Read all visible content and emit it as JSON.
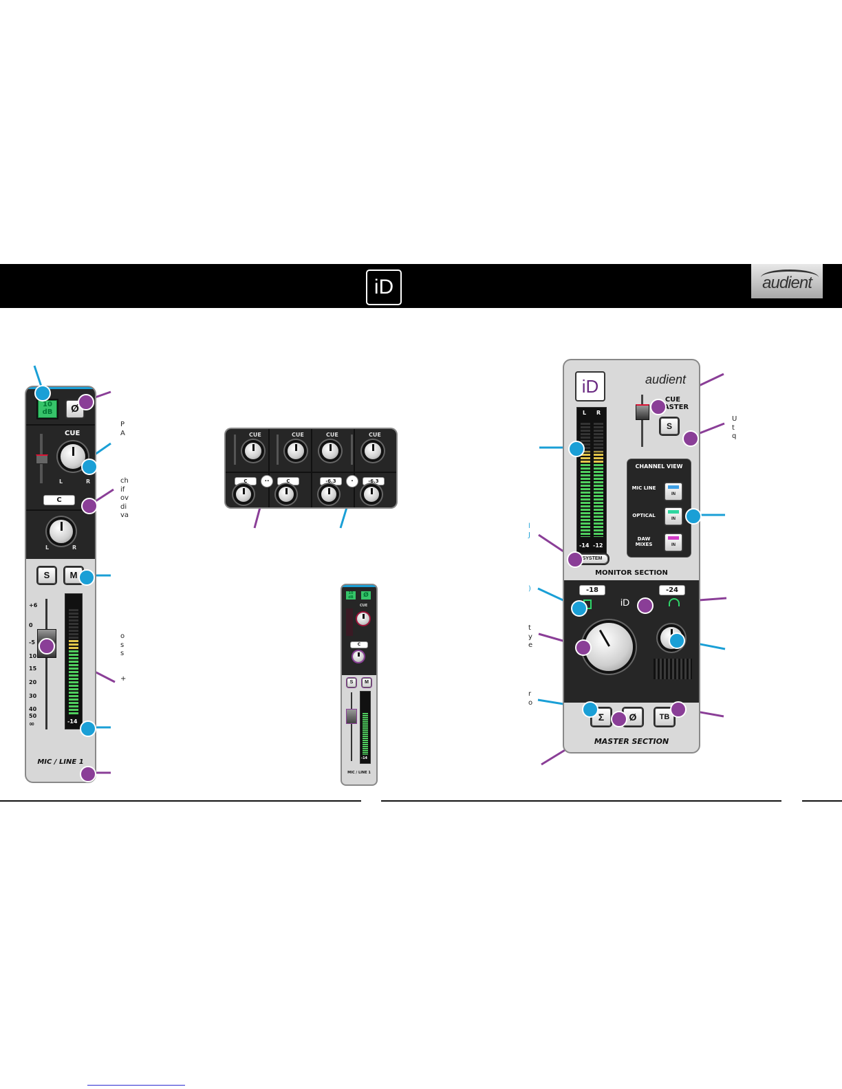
{
  "header": {
    "logo": "iD",
    "brand": "audient"
  },
  "channel_strip": {
    "pad_label": "10 dB",
    "phase_label": "Ø",
    "cue_label": "CUE",
    "cue_pan_label": "C",
    "pan_l": "L",
    "pan_r": "R",
    "solo_label": "S",
    "mute_label": "M",
    "fader_scale": [
      "+6",
      "0",
      "-5",
      "10",
      "15",
      "20",
      "30",
      "40",
      "50",
      "∞"
    ],
    "meter_readout": "-14",
    "channel_name": "MIC / LINE 1"
  },
  "stereo_group": {
    "cue_labels": [
      "CUE",
      "CUE",
      "CUE",
      "CUE"
    ],
    "pan_labels": [
      "C",
      "C",
      "-6.3",
      "-6.3"
    ],
    "link_icons": [
      "..",
      "."
    ]
  },
  "mini_strip": {
    "pad_label": "10 dB",
    "phase_label": "Ø",
    "cue_label": "CUE",
    "pan_label": "C",
    "solo_label": "S",
    "mute_label": "M",
    "meter_readout": "-14",
    "channel_name": "MIC / LINE 1"
  },
  "master_section": {
    "logo": "iD",
    "brand": "audient",
    "cue_master_label": "CUE MASTER",
    "solo_label": "S",
    "meter_l": "L",
    "meter_r": "R",
    "meter_readout_l": "-14",
    "meter_readout_r": "-12",
    "channel_view_title": "CHANNEL VIEW",
    "channel_view_items": [
      {
        "label": "MIC LINE",
        "btn": "IN",
        "color": "#3fa0e6"
      },
      {
        "label": "OPTICAL",
        "btn": "IN",
        "color": "#2fd6a0"
      },
      {
        "label": "DAW MIXES",
        "btn": "IN",
        "color": "#d23cc8"
      }
    ],
    "system_label": "SYSTEM",
    "monitor_title": "MONITOR SECTION",
    "speaker_level": "-18",
    "headphone_level": "-24",
    "center_logo": "iD",
    "sum_label": "Σ",
    "phase_label": "Ø",
    "talkback_label": "TB",
    "footer_label": "MASTER SECTION"
  },
  "text_fragments": {
    "a": [
      "P",
      "A"
    ],
    "b": [
      "ch",
      "if",
      "ov",
      "di",
      "va"
    ],
    "c": [
      "o",
      "s",
      "s"
    ],
    "d": [
      "+"
    ],
    "e": [
      "U",
      "t",
      "q"
    ],
    "f": [
      "l",
      "J"
    ],
    "g": [
      ")"
    ],
    "h": [
      "t",
      "y",
      "e"
    ],
    "i": [
      "r",
      "o"
    ]
  },
  "colors": {
    "callout_blue": "#1a9fd6",
    "callout_purple": "#8a3e97",
    "pad_green": "#37c46a"
  }
}
